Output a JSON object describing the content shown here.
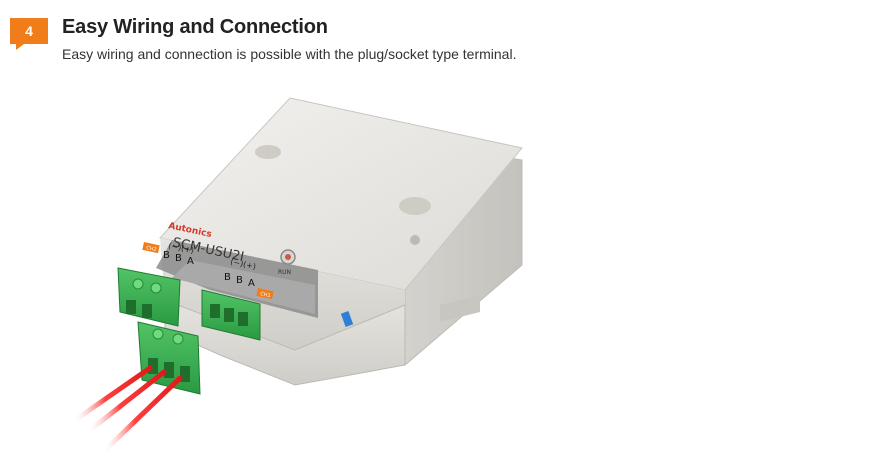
{
  "feature": {
    "number": "4",
    "title": "Easy Wiring and Connection",
    "description": "Easy wiring and connection is possible with the plug/socket type terminal.",
    "accent_color": "#f07d1a"
  },
  "device": {
    "brand": "Autonics",
    "model": "SCM-USU2I",
    "run_label": "RUN",
    "terminal_left": {
      "polarity": "(−)(+)",
      "pins": [
        "B",
        "B",
        "A"
      ],
      "tag": "CH2"
    },
    "terminal_right": {
      "polarity": "(−)(+)",
      "pins": [
        "B",
        "B",
        "A"
      ],
      "tag": "CH1"
    }
  }
}
